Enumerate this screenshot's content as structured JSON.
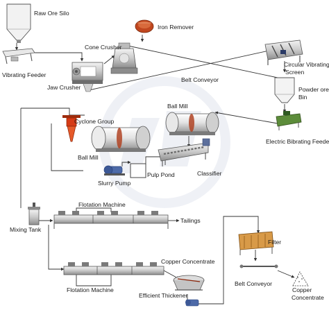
{
  "labels": {
    "raw_ore_silo": "Raw Ore Silo",
    "iron_remover": "Iron Remover",
    "cone_crusher": "Cone Crusher",
    "vibrating_feeder": "Vibrating Feeder",
    "jaw_crusher": "Jaw Crusher",
    "belt_conveyor_top": "Belt Conveyor",
    "circular_vibrating_screen_1": "Circular Vibrating",
    "circular_vibrating_screen_2": "Screen",
    "powder_ore_bin_1": "Powder ore",
    "powder_ore_bin_2": "Bin",
    "electric_vibrating_feeder": "Electric Bibrating Feeder",
    "ball_mill_top": "Ball Mill",
    "cyclone_group": "Cyclone Group",
    "ball_mill_left": "Ball Mill",
    "pulp_pond": "Pulp Pond",
    "classifier": "Classifier",
    "slurry_pump": "Slurry Pump",
    "flotation_machine_top": "Flotation Machine",
    "tailings": "Tailings",
    "mixing_tank": "Mixing Tank",
    "filter": "Filter",
    "copper_concentrate_mid": "Copper Concentrate",
    "flotation_machine_bottom": "Flotation Machine",
    "efficient_thickener": "Efficient Thickener",
    "belt_conveyor_bottom": "Belt Conveyor",
    "copper_concentrate_1": "Copper",
    "copper_concentrate_2": "Concentrate"
  }
}
